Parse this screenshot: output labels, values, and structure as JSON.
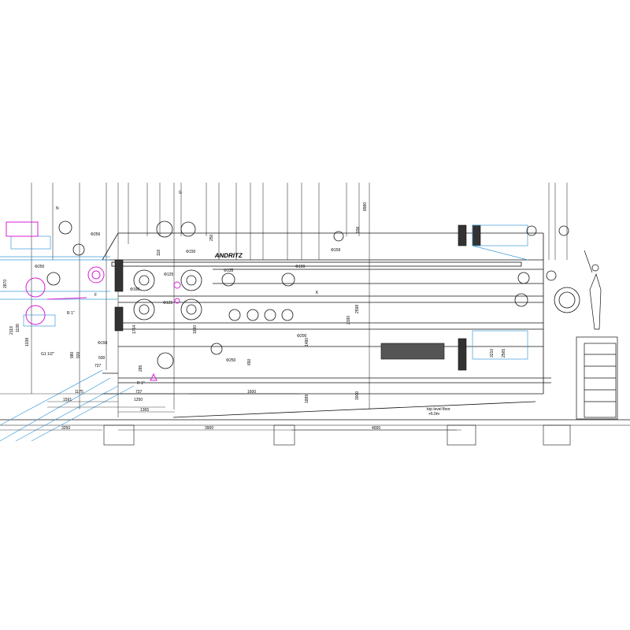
{
  "drawing": {
    "brand": "ANDRITZ",
    "callout_n": "N",
    "callout_g": "G",
    "callout_f": "F",
    "callout_k": "K",
    "diameters": {
      "d256": "Φ256",
      "d250a": "Φ250",
      "d150a": "Φ150",
      "d125a": "Φ125",
      "d135": "Φ135",
      "d199": "Φ199",
      "d159": "Φ159",
      "d160": "Φ160",
      "d125b": "Φ125",
      "d150b": "Φ150",
      "d200": "Φ200",
      "d250b": "Φ250"
    },
    "threads": {
      "r1a": "R 1\"",
      "g112": "G1 1/2\"",
      "r1b": "R 1\""
    },
    "dims_vertical": {
      "v8980": "8980",
      "v156": "156",
      "v250": "250",
      "v118": "118",
      "v2870": "2870",
      "v1199": "1199",
      "v2119": "2119",
      "v1038": "1038",
      "v920": "920",
      "v980": "980",
      "v1764": "1764",
      "v1690": "1690",
      "v285": "285",
      "v650": "650",
      "v1480": "1480",
      "v2190": "2190",
      "v2598": "2598",
      "v1889": "1889",
      "v3000": "3000",
      "v3210": "3210",
      "v2565": "2565"
    },
    "dims_horizontal": {
      "h500": "500",
      "h727": "727",
      "h1175": "1175",
      "h737": "737",
      "h1591": "1591",
      "h1250": "1250",
      "h1365": "1365",
      "h1600": "1600",
      "h3250": "3250",
      "h3900": "3900",
      "h4000": "4000"
    },
    "level_note_1": "top level floor",
    "level_note_2": "+6.0m"
  },
  "colors": {
    "line": "#111111",
    "blue": "#3a9bd9",
    "magenta": "#d91ed9"
  }
}
